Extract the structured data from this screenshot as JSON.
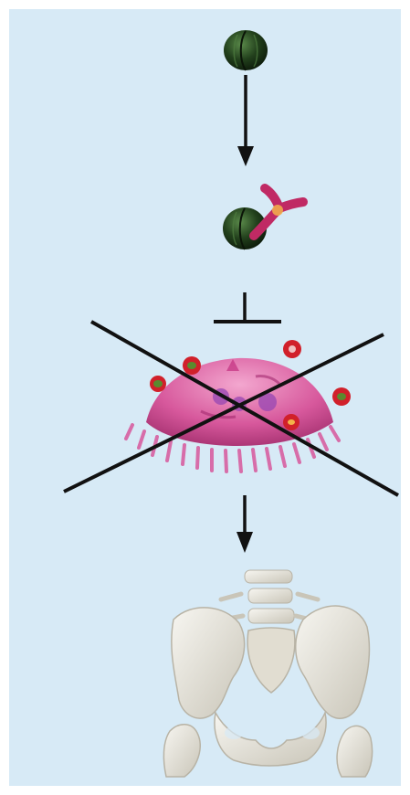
{
  "diagram": {
    "steps": [
      {
        "name": "antigen",
        "icon": "green-seed-icon"
      },
      {
        "name": "antigen-antibody-complex",
        "icon": "antibody-bound-seed-icon"
      },
      {
        "name": "osteoclast-blocked",
        "icon": "osteoclast-cell-icon"
      },
      {
        "name": "pelvis-outcome",
        "icon": "pelvis-bone-icon"
      }
    ],
    "connectors": [
      "arrow",
      "inhibition-bar",
      "arrow"
    ],
    "colors": {
      "background": "#d7eaf6",
      "arrow": "#111111",
      "seed": "#1f3a1a",
      "antibody": "#d0336d",
      "cell": "#d7589c",
      "bone": "#ece9df"
    }
  }
}
